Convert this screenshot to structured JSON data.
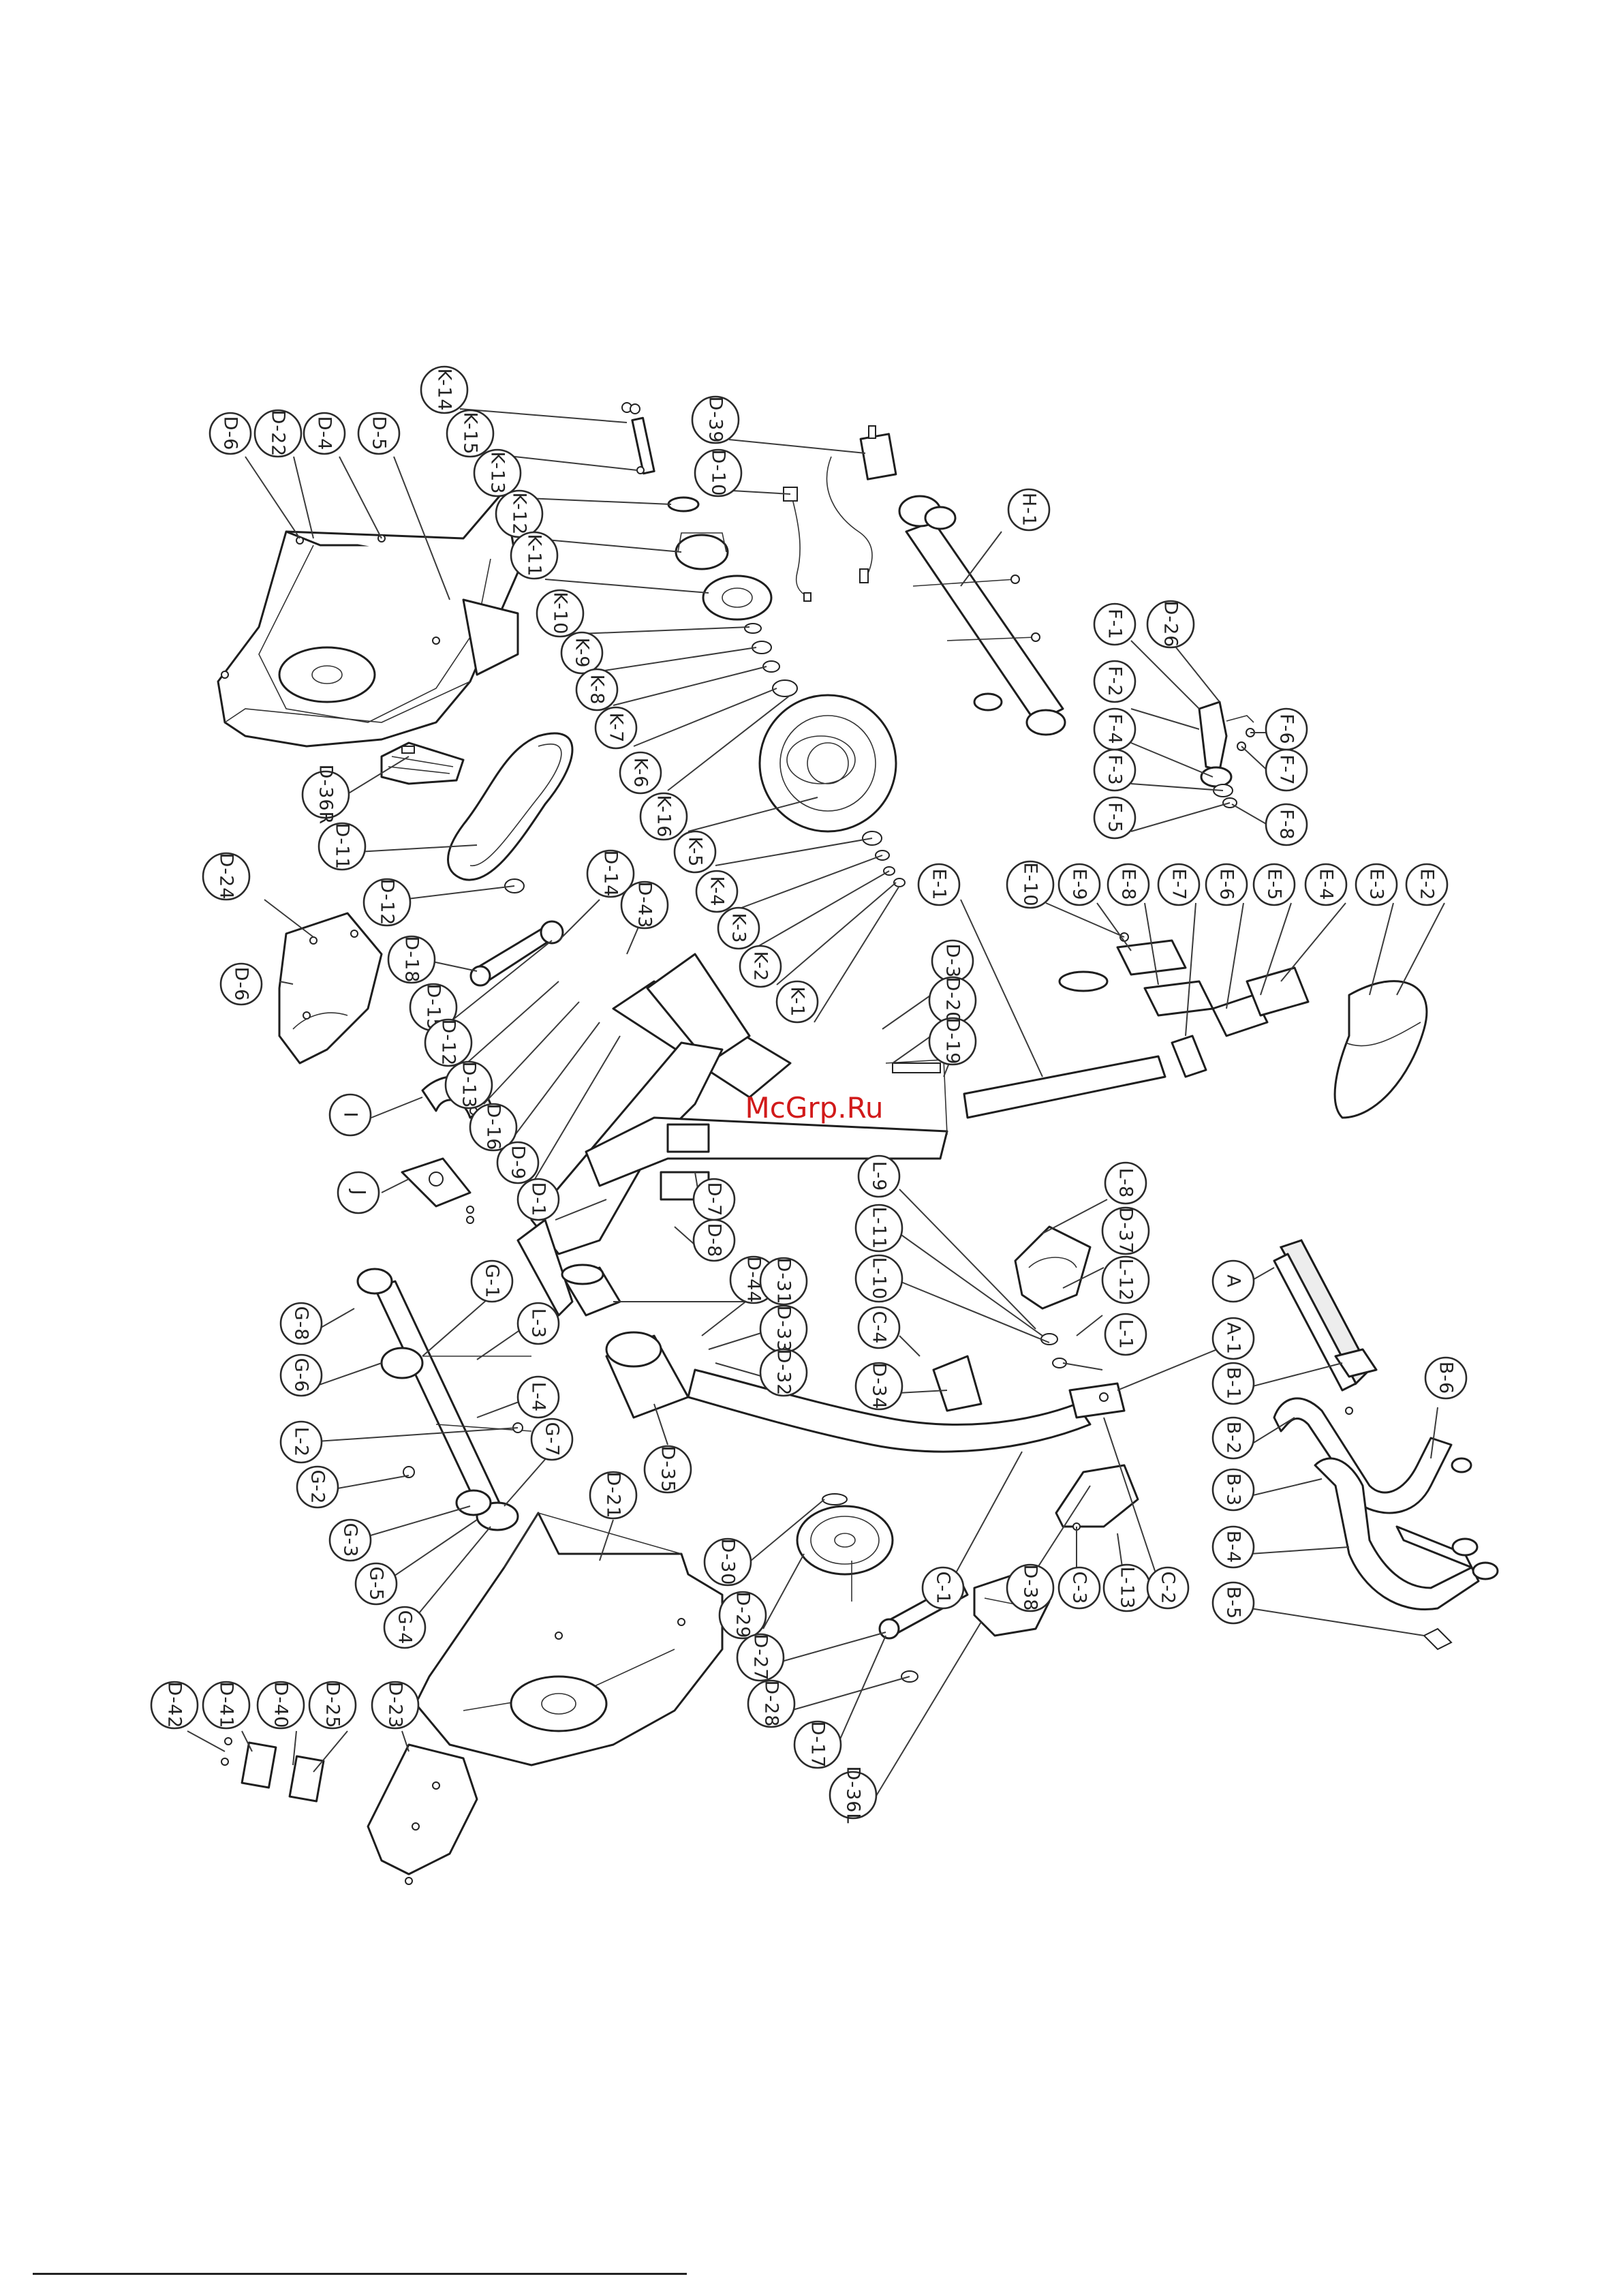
{
  "watermark": "McGrp.Ru",
  "labels": [
    {
      "text": "D-6"
    },
    {
      "text": "D-22"
    },
    {
      "text": "D-4"
    },
    {
      "text": "D-5"
    },
    {
      "text": "K-14"
    },
    {
      "text": "K-15"
    },
    {
      "text": "K-13"
    },
    {
      "text": "K-12"
    },
    {
      "text": "K-11"
    },
    {
      "text": "K-10"
    },
    {
      "text": "K-9"
    },
    {
      "text": "K-8"
    },
    {
      "text": "K-7"
    },
    {
      "text": "K-6"
    },
    {
      "text": "K-16"
    },
    {
      "text": "K-5"
    },
    {
      "text": "K-4"
    },
    {
      "text": "K-3"
    },
    {
      "text": "K-2"
    },
    {
      "text": "K-1"
    },
    {
      "text": "D-39"
    },
    {
      "text": "D-10"
    },
    {
      "text": "H-1"
    },
    {
      "text": "F-1"
    },
    {
      "text": "D-26"
    },
    {
      "text": "F-2"
    },
    {
      "text": "F-6"
    },
    {
      "text": "F-4"
    },
    {
      "text": "F-7"
    },
    {
      "text": "F-3"
    },
    {
      "text": "F-5"
    },
    {
      "text": "F-8"
    },
    {
      "text": "D-36R"
    },
    {
      "text": "D-11"
    },
    {
      "text": "D-24"
    },
    {
      "text": "D-6"
    },
    {
      "text": "D-12"
    },
    {
      "text": "D-18"
    },
    {
      "text": "D-15"
    },
    {
      "text": "D-14"
    },
    {
      "text": "D-43"
    },
    {
      "text": "D-12"
    },
    {
      "text": "D-13"
    },
    {
      "text": "D-16"
    },
    {
      "text": "D-9"
    },
    {
      "text": "D-1"
    },
    {
      "text": "D-3"
    },
    {
      "text": "D-20"
    },
    {
      "text": "D-19"
    },
    {
      "text": "D-7"
    },
    {
      "text": "D-8"
    },
    {
      "text": "D-44"
    },
    {
      "text": "E-1"
    },
    {
      "text": "E-10"
    },
    {
      "text": "E-9"
    },
    {
      "text": "E-8"
    },
    {
      "text": "E-7"
    },
    {
      "text": "E-6"
    },
    {
      "text": "E-5"
    },
    {
      "text": "E-4"
    },
    {
      "text": "E-3"
    },
    {
      "text": "E-2"
    },
    {
      "text": "I"
    },
    {
      "text": "J"
    },
    {
      "text": "L-9"
    },
    {
      "text": "L-11"
    },
    {
      "text": "L-10"
    },
    {
      "text": "C-4"
    },
    {
      "text": "L-8"
    },
    {
      "text": "D-37"
    },
    {
      "text": "L-12"
    },
    {
      "text": "L-1"
    },
    {
      "text": "D-34"
    },
    {
      "text": "D-31"
    },
    {
      "text": "D-33"
    },
    {
      "text": "D-32"
    },
    {
      "text": "G-8"
    },
    {
      "text": "G-6"
    },
    {
      "text": "G-1"
    },
    {
      "text": "L-3"
    },
    {
      "text": "L-4"
    },
    {
      "text": "L-2"
    },
    {
      "text": "G-2"
    },
    {
      "text": "G-7"
    },
    {
      "text": "G-3"
    },
    {
      "text": "G-5"
    },
    {
      "text": "G-4"
    },
    {
      "text": "D-35"
    },
    {
      "text": "D-21"
    },
    {
      "text": "D-30"
    },
    {
      "text": "D-29"
    },
    {
      "text": "D-27"
    },
    {
      "text": "D-28"
    },
    {
      "text": "D-17"
    },
    {
      "text": "D-36L"
    },
    {
      "text": "C-1"
    },
    {
      "text": "D-38"
    },
    {
      "text": "C-3"
    },
    {
      "text": "L-13"
    },
    {
      "text": "C-2"
    },
    {
      "text": "A"
    },
    {
      "text": "A-1"
    },
    {
      "text": "B-1"
    },
    {
      "text": "B-2"
    },
    {
      "text": "B-3"
    },
    {
      "text": "B-4"
    },
    {
      "text": "B-5"
    },
    {
      "text": "B-6"
    },
    {
      "text": "D-42"
    },
    {
      "text": "D-41"
    },
    {
      "text": "D-40"
    },
    {
      "text": "D-25"
    },
    {
      "text": "D-23"
    }
  ]
}
